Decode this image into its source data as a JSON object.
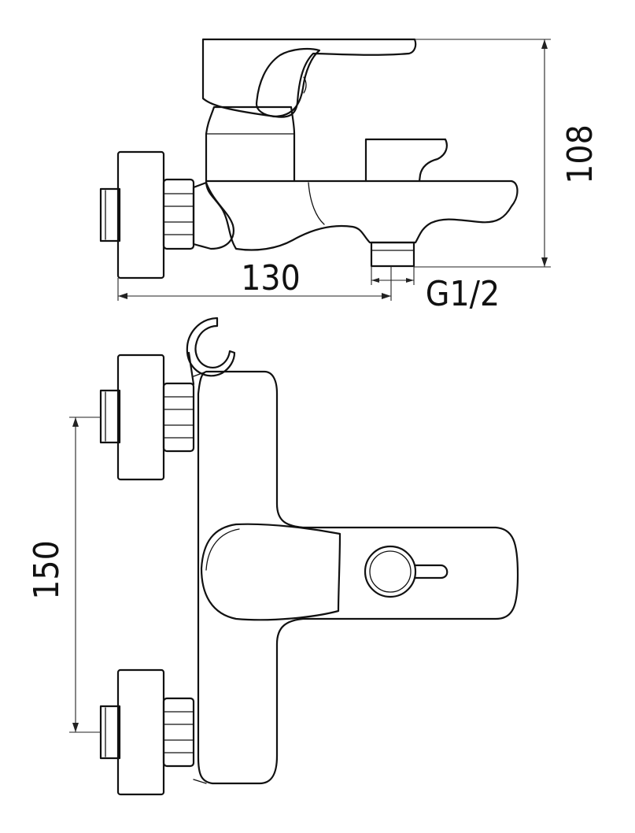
{
  "dimensions": {
    "height_label": "108",
    "width_label": "130",
    "thread_label": "G1/2",
    "spacing_label": "150"
  }
}
